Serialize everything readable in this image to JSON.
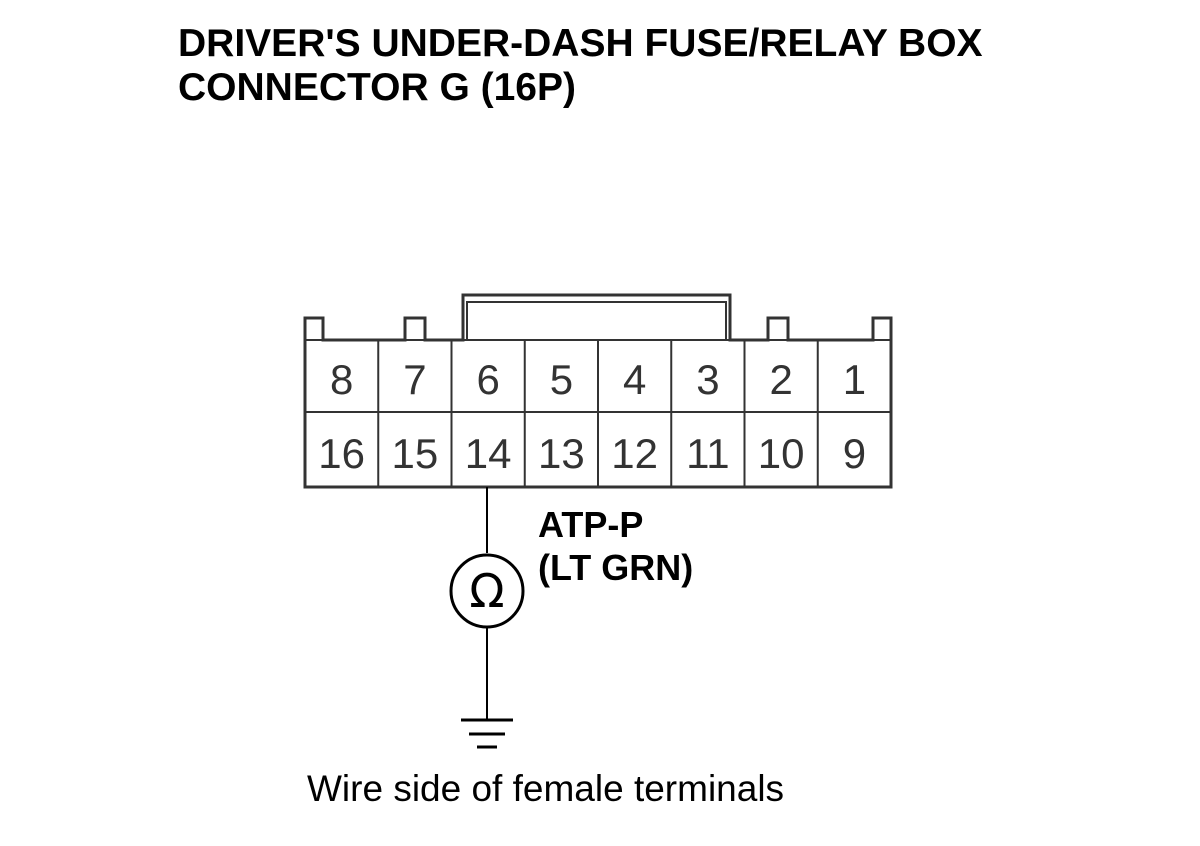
{
  "title": {
    "line1": "DRIVER'S UNDER-DASH FUSE/RELAY BOX",
    "line2": "CONNECTOR G (16P)"
  },
  "connector": {
    "top_row": [
      "8",
      "7",
      "6",
      "5",
      "4",
      "3",
      "2",
      "1"
    ],
    "bottom_row": [
      "16",
      "15",
      "14",
      "13",
      "12",
      "11",
      "10",
      "9"
    ]
  },
  "wire": {
    "terminal": "14",
    "signal": "ATP-P",
    "color": "(LT GRN)"
  },
  "meter_symbol": "Ω",
  "caption": "Wire side of female terminals"
}
